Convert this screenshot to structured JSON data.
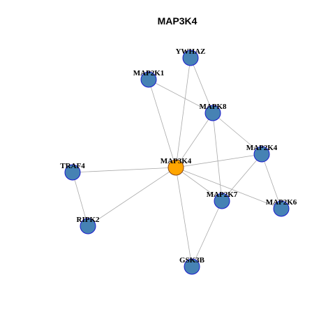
{
  "graph": {
    "title": "MAP3K4",
    "colors": {
      "node_fill": "#4682b4",
      "node_stroke": "#1a1acd",
      "center_fill": "#ffa500",
      "center_stroke": "#8b4513",
      "edge": "#a9a9a9"
    },
    "nodes": [
      {
        "id": "YWHAZ",
        "label": "YWHAZ",
        "center": false
      },
      {
        "id": "MAP2K1",
        "label": "MAP2K1",
        "center": false
      },
      {
        "id": "MAPK8",
        "label": "MAPK8",
        "center": false
      },
      {
        "id": "MAP2K4",
        "label": "MAP2K4",
        "center": false
      },
      {
        "id": "TRAF4",
        "label": "TRAF4",
        "center": false
      },
      {
        "id": "MAP3K4",
        "label": "MAP3K4",
        "center": true
      },
      {
        "id": "MAP2K7",
        "label": "MAP2K7",
        "center": false
      },
      {
        "id": "MAP2K6",
        "label": "MAP2K6",
        "center": false
      },
      {
        "id": "RIPK2",
        "label": "RIPK2",
        "center": false
      },
      {
        "id": "GSK3B",
        "label": "GSK3B",
        "center": false
      }
    ],
    "edges": [
      [
        "MAP3K4",
        "YWHAZ"
      ],
      [
        "MAP3K4",
        "MAP2K1"
      ],
      [
        "MAP3K4",
        "MAPK8"
      ],
      [
        "MAP3K4",
        "MAP2K4"
      ],
      [
        "MAP3K4",
        "TRAF4"
      ],
      [
        "MAP3K4",
        "MAP2K7"
      ],
      [
        "MAP3K4",
        "MAP2K6"
      ],
      [
        "MAP3K4",
        "RIPK2"
      ],
      [
        "MAP3K4",
        "GSK3B"
      ],
      [
        "YWHAZ",
        "MAPK8"
      ],
      [
        "MAP2K1",
        "MAPK8"
      ],
      [
        "MAPK8",
        "MAP2K4"
      ],
      [
        "MAPK8",
        "MAP2K7"
      ],
      [
        "MAP2K4",
        "MAP2K7"
      ],
      [
        "MAP2K4",
        "MAP2K6"
      ],
      [
        "TRAF4",
        "RIPK2"
      ],
      [
        "MAP2K7",
        "GSK3B"
      ]
    ]
  }
}
